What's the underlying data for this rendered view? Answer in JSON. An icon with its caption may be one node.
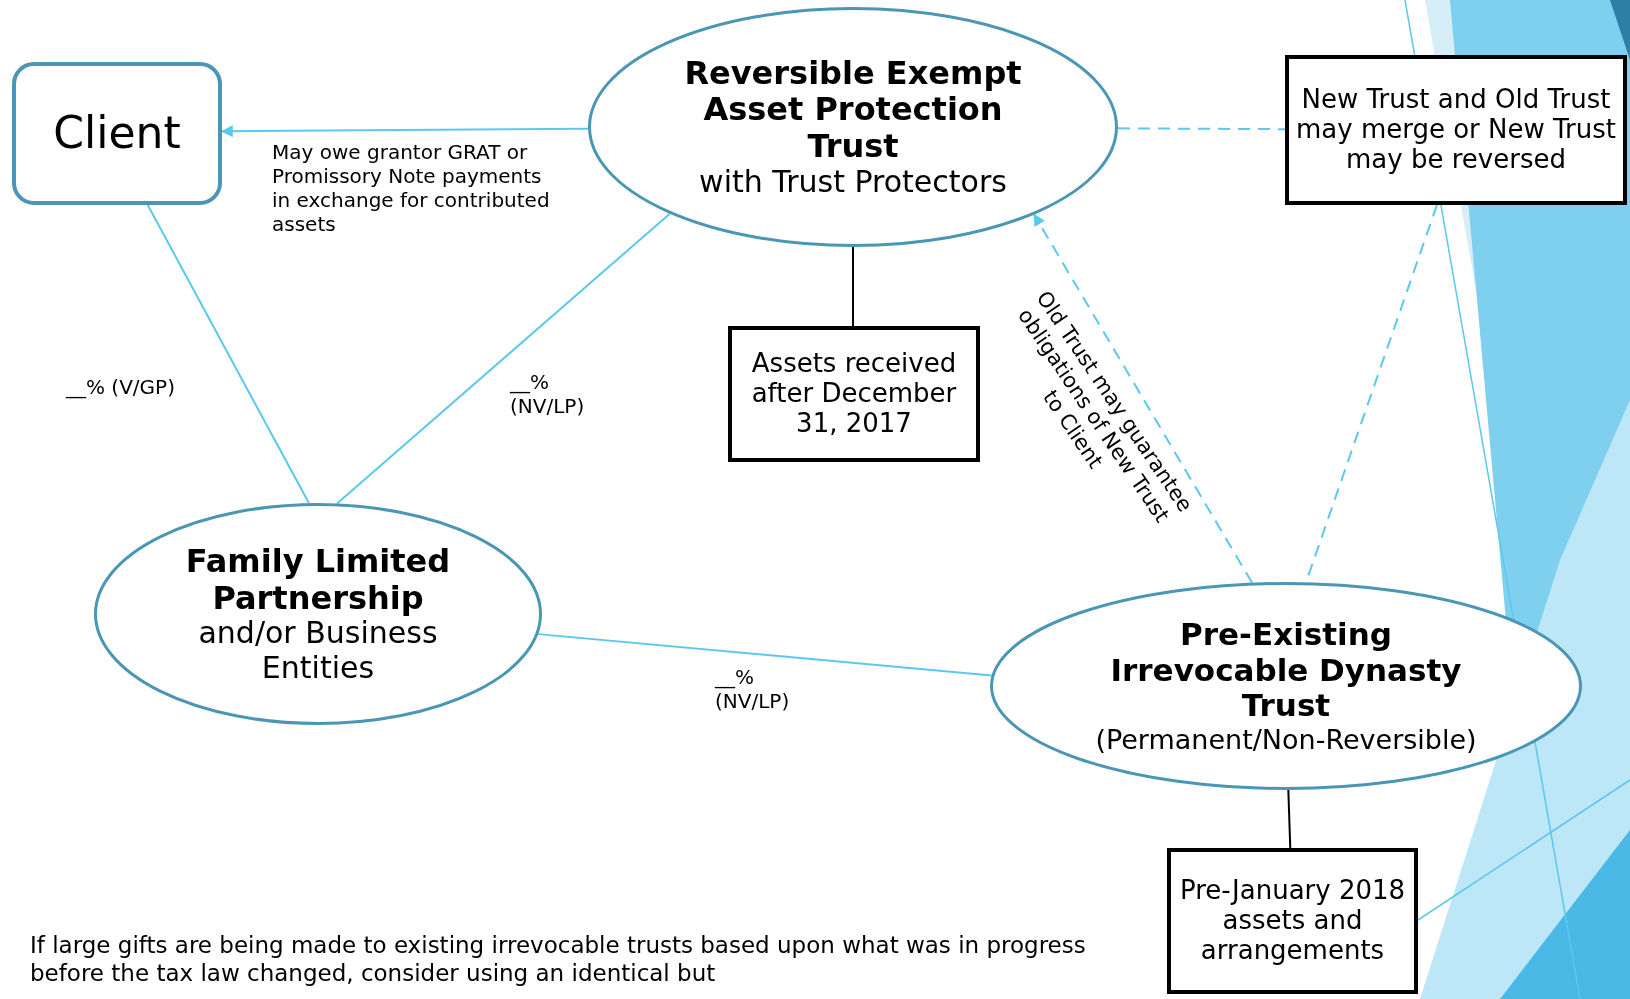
{
  "diagram": {
    "nodes": [
      {
        "text": [
          "Client"
        ]
      },
      {
        "text": [
          "Reversible Exempt Asset Protection Trust",
          "with Trust Protectors"
        ]
      },
      {
        "text": [
          "Assets received after December 31, 2017"
        ]
      },
      {
        "text": [
          "New Trust and Old Trust may merge or New Trust may be reversed"
        ]
      },
      {
        "text": [
          "Family Limited Partnership",
          "and/or Business Entities"
        ]
      },
      {
        "text": [
          "Pre-Existing Irrevocable Dynasty Trust",
          "(Permanent/Non-Reversible)"
        ]
      },
      {
        "text": [
          "Pre-January 2018 assets and arrangements"
        ]
      }
    ],
    "edges": [
      {
        "from": 1,
        "to": 0,
        "arrow": "to",
        "label": "May owe grantor GRAT or Promissory Note payments in exchange for contributed assets"
      },
      {
        "from": 0,
        "to": 4,
        "arrow": "none",
        "label": "__% (V/GP)"
      },
      {
        "from": 1,
        "to": 4,
        "arrow": "none",
        "label": "__% (NV/LP)"
      },
      {
        "from": 1,
        "to": 2,
        "arrow": "none",
        "color": "#000000"
      },
      {
        "from": 1,
        "to": 3,
        "arrow": "none",
        "style": "dashed"
      },
      {
        "from": 5,
        "to": 1,
        "arrow": "to",
        "style": "dashed",
        "label": "Old Trust may guarantee obligations of New Trust to Client"
      },
      {
        "from": 3,
        "to": 5,
        "arrow": "none",
        "style": "dashed"
      },
      {
        "from": 4,
        "to": 5,
        "arrow": "none",
        "label": "__% (NV/LP)"
      },
      {
        "from": 5,
        "to": 6,
        "arrow": "none",
        "color": "#000000"
      }
    ],
    "labels": [
      "If large gifts are being made to existing irrevocable trusts based upon what was in progress before the tax law changed, consider using an identical but"
    ]
  }
}
